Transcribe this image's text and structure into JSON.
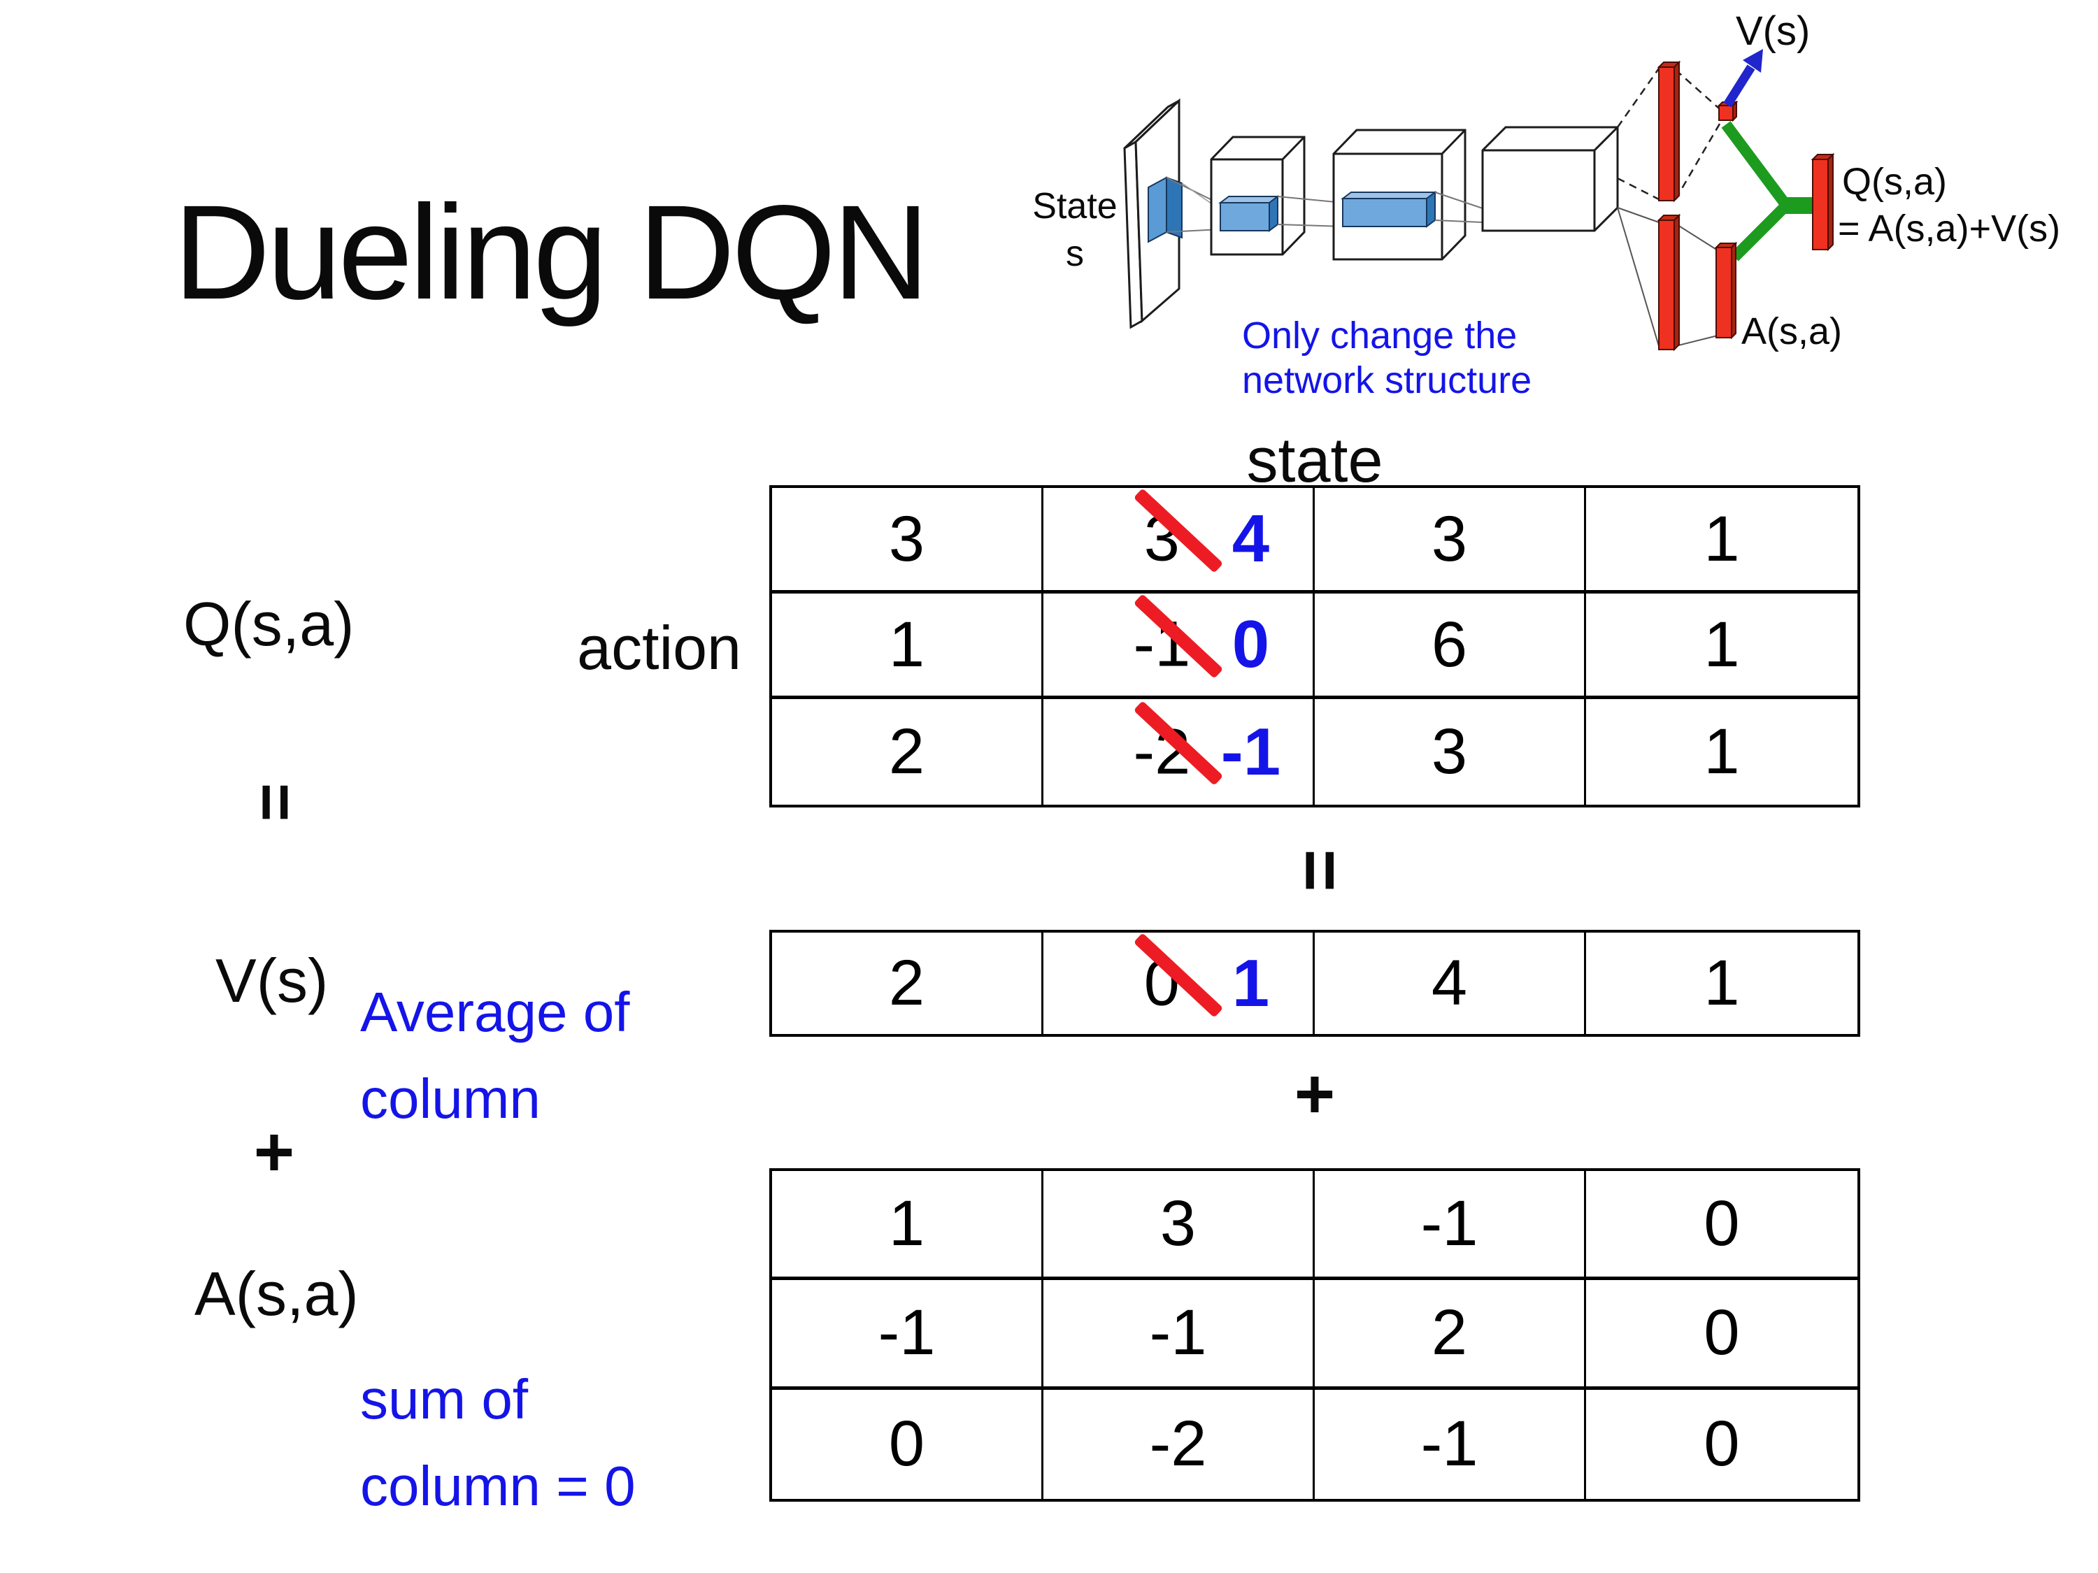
{
  "slide": {
    "title": "Dueling DQN"
  },
  "diagram": {
    "state_line1": "State",
    "state_line2": "s",
    "note_line1": "Only change the",
    "note_line2": "network structure",
    "v_output_label": "V(s)",
    "a_output_label": "A(s,a)",
    "q_output_line1": "Q(s,a)",
    "q_output_line2": "= A(s,a)+V(s)",
    "colors": {
      "bar_red": "#ee3120",
      "merge_green": "#1d9b1f",
      "arrow_blue": "#2025cc",
      "slab_blue": "#6fa8dc",
      "note_blue": "#1414e8"
    }
  },
  "equation": {
    "q_label": "Q(s,a)",
    "equals_left": "=",
    "v_label": "V(s)",
    "plus_left": "+",
    "a_label": "A(s,a)",
    "state_header": "state",
    "action_label": "action",
    "equals_center": "=",
    "plus_center": "+",
    "avg_note_line1": "Average of",
    "avg_note_line2": "column",
    "sum_note_line1": "sum of",
    "sum_note_line2": "column = 0",
    "annotation_color": "#1414e8",
    "strike_color": "#ed1c24",
    "new_value_color": "#1414e8"
  },
  "q_table": {
    "rows": [
      [
        "3",
        {
          "old": "3",
          "new": "4"
        },
        "3",
        "1"
      ],
      [
        "1",
        {
          "old": "-1",
          "new": "0"
        },
        "6",
        "1"
      ],
      [
        "2",
        {
          "old": "-2",
          "new": "-1"
        },
        "3",
        "1"
      ]
    ]
  },
  "v_table": {
    "rows": [
      [
        "2",
        {
          "old": "0",
          "new": "1"
        },
        "4",
        "1"
      ]
    ]
  },
  "a_table": {
    "rows": [
      [
        "1",
        "3",
        "-1",
        "0"
      ],
      [
        "-1",
        "-1",
        "2",
        "0"
      ],
      [
        "0",
        "-2",
        "-1",
        "0"
      ]
    ]
  }
}
